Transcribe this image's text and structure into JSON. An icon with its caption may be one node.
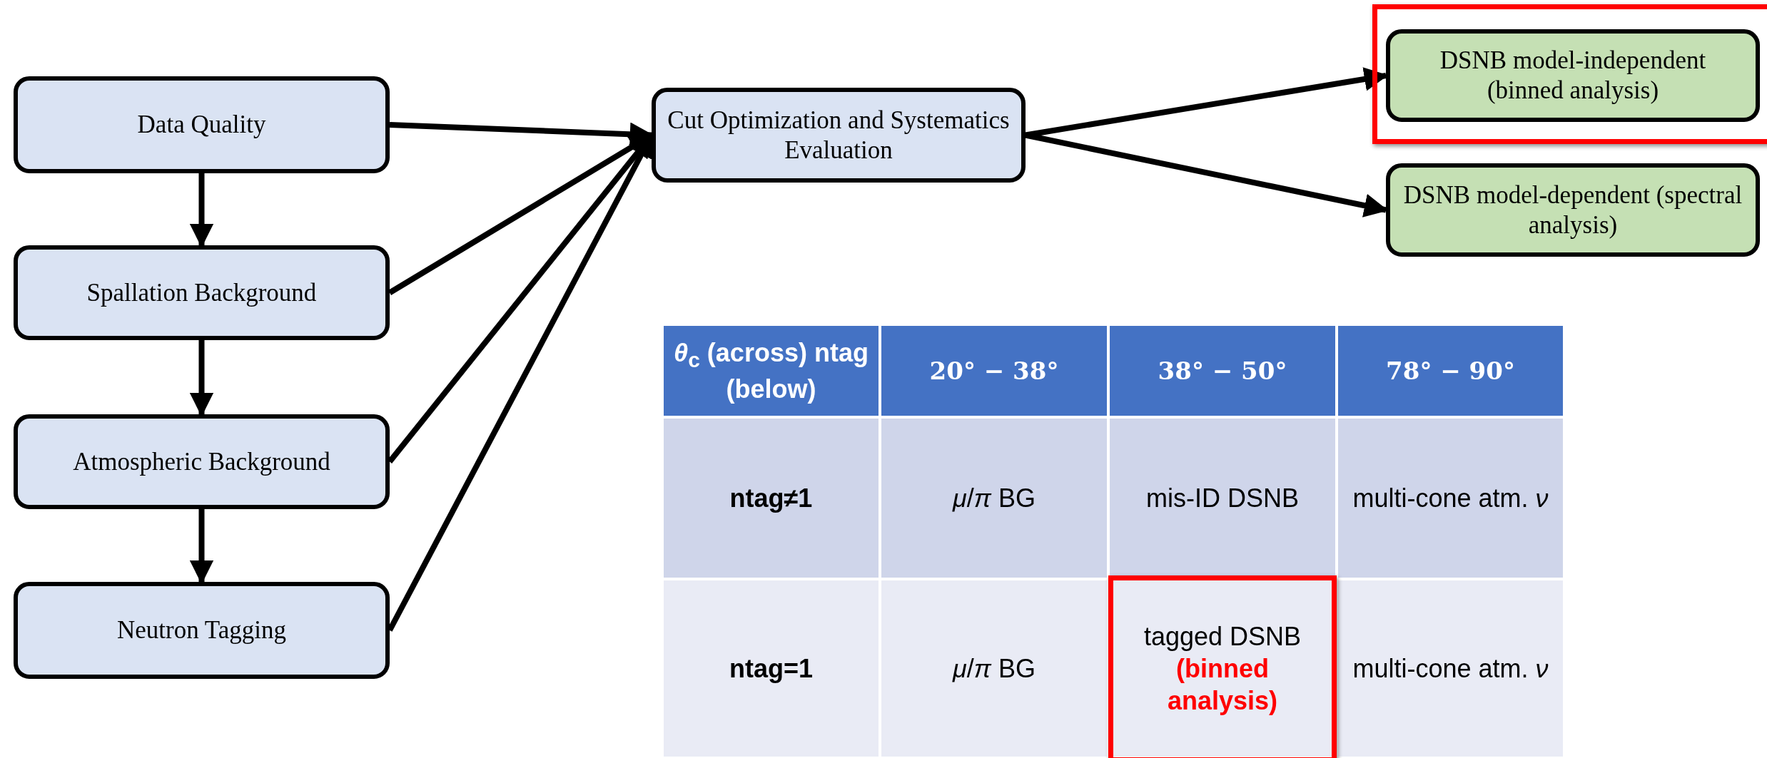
{
  "diagram": {
    "nodes": [
      {
        "text": [
          "Data Quality"
        ]
      },
      {
        "text": [
          "Spallation Background"
        ]
      },
      {
        "text": [
          "Atmospheric Background"
        ]
      },
      {
        "text": [
          "Neutron Tagging"
        ]
      },
      {
        "text": [
          "Cut Optimization and Systematics Evaluation"
        ]
      },
      {
        "text": [
          "DSNB model-independent (binned analysis)"
        ]
      },
      {
        "text": [
          "DSNB model-dependent (spectral analysis)"
        ]
      }
    ],
    "edges": [
      {
        "from": 0,
        "to": 1,
        "arrow": "to"
      },
      {
        "from": 1,
        "to": 2,
        "arrow": "to"
      },
      {
        "from": 2,
        "to": 3,
        "arrow": "to"
      },
      {
        "from": 0,
        "to": 4,
        "arrow": "to"
      },
      {
        "from": 1,
        "to": 4,
        "arrow": "to"
      },
      {
        "from": 2,
        "to": 4,
        "arrow": "to"
      },
      {
        "from": 3,
        "to": 4,
        "arrow": "to"
      },
      {
        "from": 4,
        "to": 5,
        "arrow": "to"
      },
      {
        "from": 4,
        "to": 6,
        "arrow": "to"
      }
    ],
    "labels": [
      "*θ*$_{c}$ (across) ntag (below)",
      "20° − 38°",
      "38° − 50°",
      "78° − 90°",
      "ntag≠1",
      "*μ*/*π* BG",
      "mis-ID DSNB",
      "multi-cone atm. *ν*",
      "ntag=1",
      "*μ*/*π* BG",
      "tagged DSNB",
      "(binned analysis)",
      "multi-cone atm. *ν*"
    ]
  }
}
